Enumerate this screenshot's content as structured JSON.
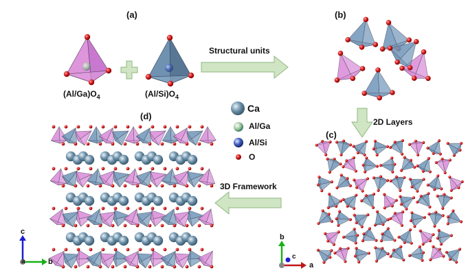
{
  "panels": {
    "a": "(a)",
    "b": "(b)",
    "c": "(c)",
    "d": "(d)"
  },
  "units": {
    "left_formula": "(Al/Ga)O",
    "left_sub": "4",
    "right_formula": "(Al/Si)O",
    "right_sub": "4"
  },
  "arrows": {
    "structural": "Structural units",
    "layers": "2D Layers",
    "framework": "3D Framework"
  },
  "legend": [
    {
      "label": "Ca",
      "color": "#6f93ab",
      "icon": "ca-sphere-icon"
    },
    {
      "label": "Al/Ga",
      "color": "#9fc79a",
      "icon": "al-ga-sphere-icon"
    },
    {
      "label": "Al/Si",
      "color": "#3f5ec0",
      "icon": "al-si-sphere-icon"
    },
    {
      "label": "O",
      "color": "#d01515",
      "icon": "oxygen-sphere-icon"
    }
  ],
  "axes_left": {
    "c": "c",
    "a": "a",
    "b": "b"
  },
  "axes_right": {
    "b": "b",
    "c": "c",
    "a": "a"
  },
  "colors": {
    "pink": "#d98ad8",
    "blue": "#6f95b8",
    "oxygen": "#d01515",
    "arrow_fill": "#cfe5c3",
    "arrow_stroke": "#8fb77f"
  }
}
